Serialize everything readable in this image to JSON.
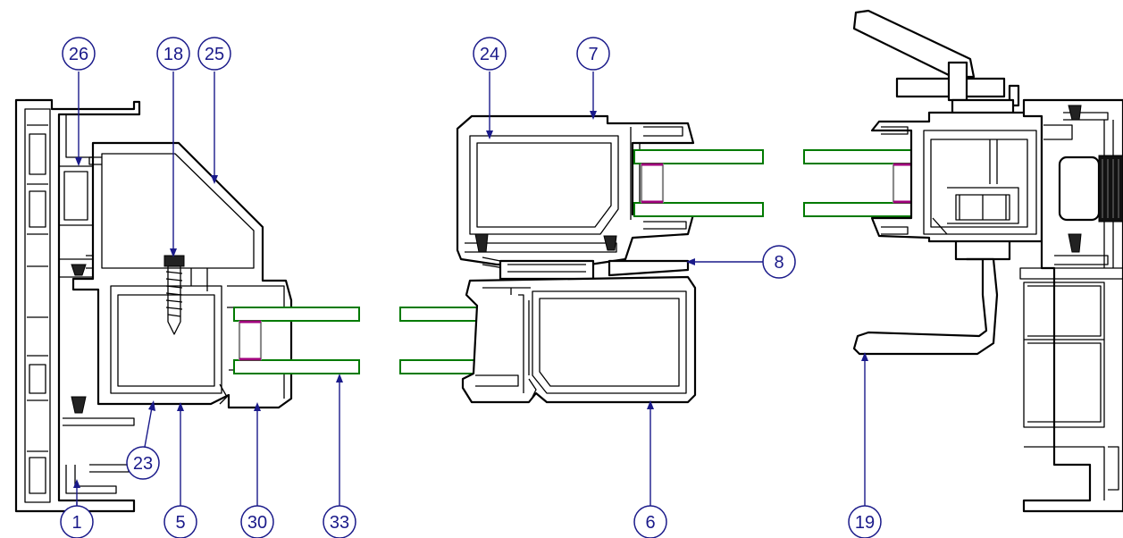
{
  "callouts": [
    {
      "id": "c1",
      "label": "1"
    },
    {
      "id": "c5",
      "label": "5"
    },
    {
      "id": "c6",
      "label": "6"
    },
    {
      "id": "c7",
      "label": "7"
    },
    {
      "id": "c8",
      "label": "8"
    },
    {
      "id": "c18",
      "label": "18"
    },
    {
      "id": "c19",
      "label": "19"
    },
    {
      "id": "c23",
      "label": "23"
    },
    {
      "id": "c24",
      "label": "24"
    },
    {
      "id": "c25",
      "label": "25"
    },
    {
      "id": "c26",
      "label": "26"
    },
    {
      "id": "c30",
      "label": "30"
    },
    {
      "id": "c33",
      "label": "33"
    }
  ],
  "colors": {
    "profile": "#000000",
    "glazing_bead": "#007a00",
    "spacer": "#8a8a8a",
    "seal": "#a0007c",
    "callout": "#1a1a8a"
  }
}
